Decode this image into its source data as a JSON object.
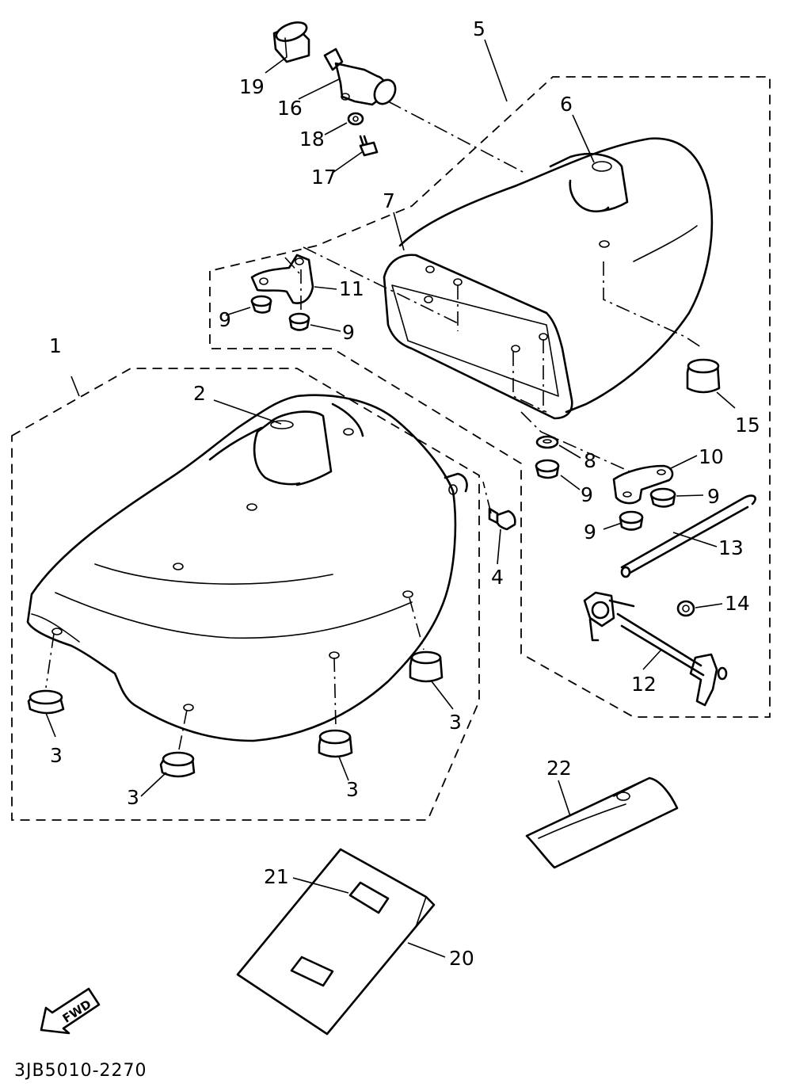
{
  "diagram": {
    "code": "3JB5010-2270",
    "fwd_label": "FWD",
    "callouts": [
      {
        "id": "c1",
        "text": "1"
      },
      {
        "id": "c2",
        "text": "2"
      },
      {
        "id": "c3a",
        "text": "3"
      },
      {
        "id": "c3b",
        "text": "3"
      },
      {
        "id": "c3c",
        "text": "3"
      },
      {
        "id": "c3d",
        "text": "3"
      },
      {
        "id": "c4",
        "text": "4"
      },
      {
        "id": "c5",
        "text": "5"
      },
      {
        "id": "c6",
        "text": "6"
      },
      {
        "id": "c7",
        "text": "7"
      },
      {
        "id": "c8",
        "text": "8"
      },
      {
        "id": "c9a",
        "text": "9"
      },
      {
        "id": "c9b",
        "text": "9"
      },
      {
        "id": "c9c",
        "text": "9"
      },
      {
        "id": "c9d",
        "text": "9"
      },
      {
        "id": "c9e",
        "text": "9"
      },
      {
        "id": "c10",
        "text": "10"
      },
      {
        "id": "c11",
        "text": "11"
      },
      {
        "id": "c12",
        "text": "12"
      },
      {
        "id": "c13",
        "text": "13"
      },
      {
        "id": "c14",
        "text": "14"
      },
      {
        "id": "c15",
        "text": "15"
      },
      {
        "id": "c16",
        "text": "16"
      },
      {
        "id": "c17",
        "text": "17"
      },
      {
        "id": "c18",
        "text": "18"
      },
      {
        "id": "c19",
        "text": "19"
      },
      {
        "id": "c20",
        "text": "20"
      },
      {
        "id": "c21",
        "text": "21"
      },
      {
        "id": "c22",
        "text": "22"
      }
    ]
  }
}
